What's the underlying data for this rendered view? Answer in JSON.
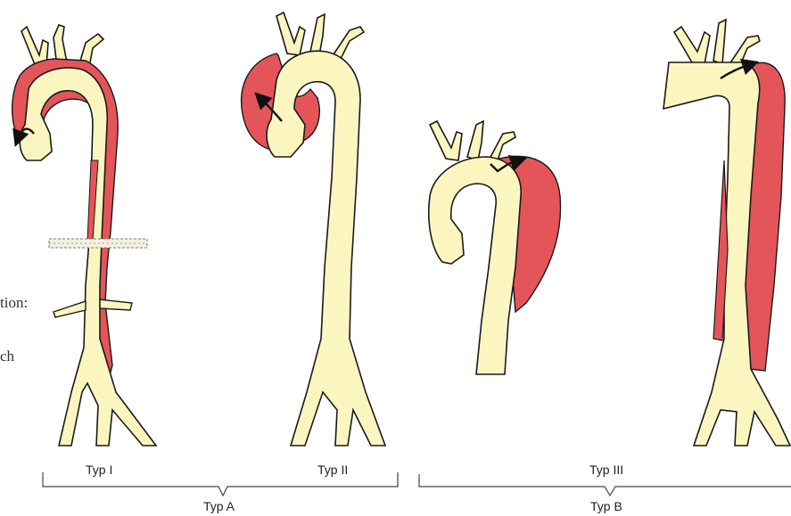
{
  "side_note": {
    "line1": "tion:",
    "line2": "ch"
  },
  "types": {
    "typ1": "Typ I",
    "typ2": "Typ II",
    "typ3": "Typ III",
    "groupA": "Typ A",
    "groupB": "Typ B"
  },
  "colors": {
    "vessel": "#fbf6bf",
    "dissection": "#e4555a",
    "outline": "#1a1a1a",
    "bracket": "#444444",
    "background": "#ffffff"
  },
  "icons": [
    "flow-arrow-icon",
    "graft-stitch-icon"
  ]
}
